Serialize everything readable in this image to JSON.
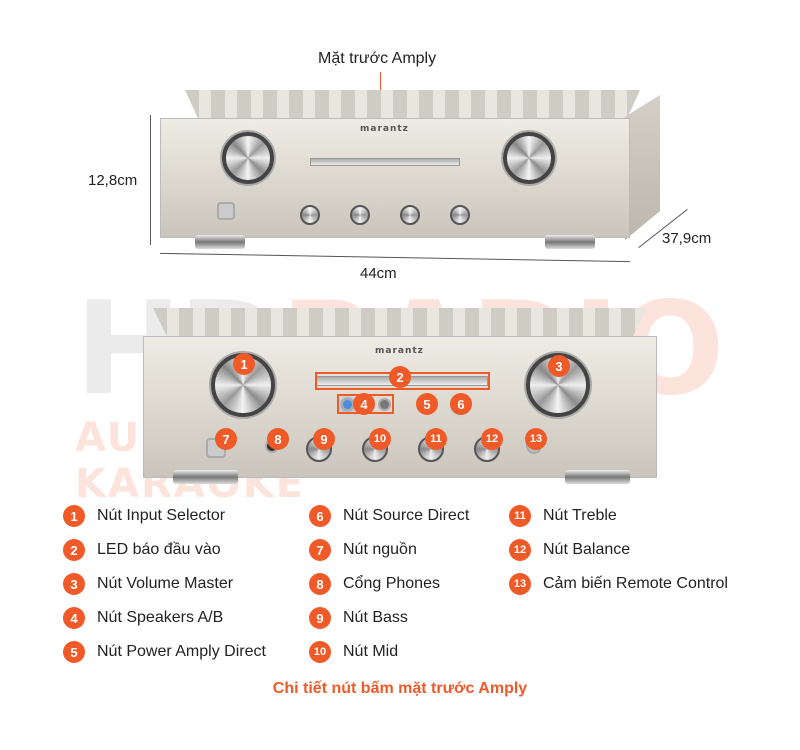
{
  "title_top": "Mặt trước Amply",
  "dimensions": {
    "height": "12,8cm",
    "width": "44cm",
    "depth": "37,9cm"
  },
  "brand_logo": "marantz",
  "watermark": {
    "main": "HDRADIO",
    "sub": "AUDIO - HOME CINEMA - KARAOKE"
  },
  "accent_color": "#f05a28",
  "legend": [
    {
      "num": "1",
      "label": "Nút Input Selector"
    },
    {
      "num": "2",
      "label": "LED báo đầu vào"
    },
    {
      "num": "3",
      "label": "Nút Volume Master"
    },
    {
      "num": "4",
      "label": "Nút Speakers A/B"
    },
    {
      "num": "5",
      "label": "Nút Power Amply Direct"
    },
    {
      "num": "6",
      "label": "Nút Source Direct"
    },
    {
      "num": "7",
      "label": "Nút nguồn"
    },
    {
      "num": "8",
      "label": "Cổng Phones"
    },
    {
      "num": "9",
      "label": "Nút Bass"
    },
    {
      "num": "10",
      "label": "Nút Mid"
    },
    {
      "num": "11",
      "label": "Nút Treble"
    },
    {
      "num": "12",
      "label": "Nút Balance"
    },
    {
      "num": "13",
      "label": "Cảm biến Remote Control"
    }
  ],
  "caption": "Chi tiết nút bấm mặt trước Amply"
}
